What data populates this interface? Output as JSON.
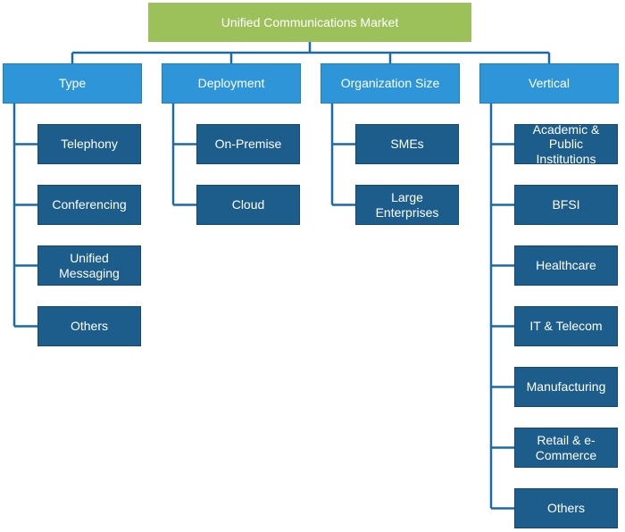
{
  "root": {
    "label": "Unified Communications Market"
  },
  "colors": {
    "root": "#9dc15a",
    "category": "#2e95d8",
    "leaf": "#1c5d8c",
    "line": "#1b6aa8"
  },
  "categories": [
    {
      "label": "Type",
      "items": [
        "Telephony",
        "Conferencing",
        "Unified\nMessaging",
        "Others"
      ]
    },
    {
      "label": "Deployment",
      "items": [
        "On-Premise",
        "Cloud"
      ]
    },
    {
      "label": "Organization Size",
      "items": [
        "SMEs",
        "Large Enterprises"
      ]
    },
    {
      "label": "Vertical",
      "items": [
        "Academic &\nPublic Institutions",
        "BFSI",
        "Healthcare",
        "IT & Telecom",
        "Manufacturing",
        "Retail & e-\nCommerce",
        "Others"
      ]
    }
  ]
}
